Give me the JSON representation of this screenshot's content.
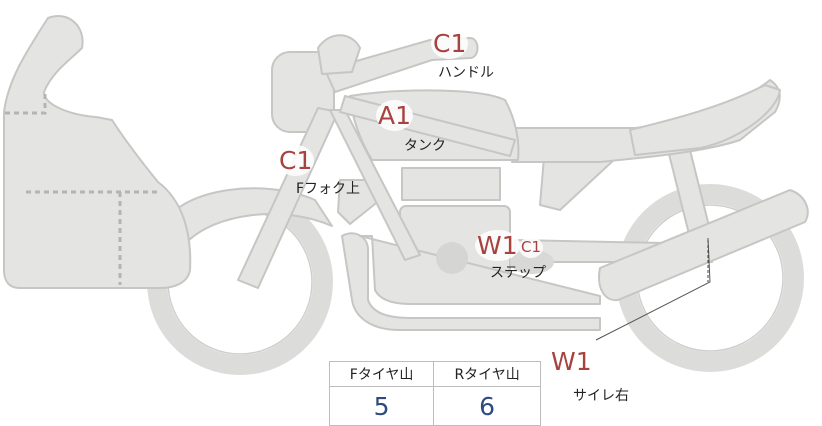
{
  "labels": {
    "handle_grade": "C1",
    "handle_name": "ハンドル",
    "tank_grade": "A1",
    "tank_name": "タンク",
    "fork_grade": "C1",
    "fork_name": "Fフォク上",
    "step_grade_main": "W1",
    "step_grade_sub": "C1",
    "step_name": "ステップ",
    "sail_grade": "W1",
    "sail_name": "サイレ右"
  },
  "tread_table": {
    "headers": [
      "Fタイヤ山",
      "Rタイヤ山"
    ],
    "values": [
      "5",
      "6"
    ]
  },
  "colors": {
    "part_fill": "#e4e4e2",
    "part_stroke": "#c6c6c4",
    "grade_text": "#a8423f",
    "tread_value": "#2f4a80"
  }
}
